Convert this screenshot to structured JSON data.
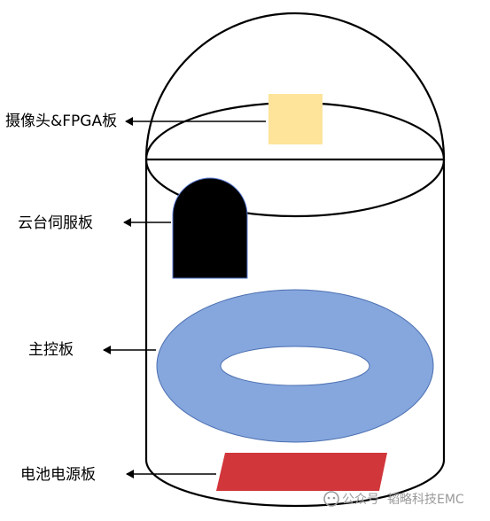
{
  "diagram": {
    "labels": {
      "camera_fpga": "摄像头&FPGA板",
      "gimbal_servo": "云台伺服板",
      "main_control": "主控板",
      "battery_power": "电池电源板"
    },
    "colors": {
      "outline": "#000000",
      "camera_board": "#fde49a",
      "gimbal_board": "#000000",
      "gimbal_board_edge": "#5b7bd5",
      "main_board": "#85a7de",
      "main_board_edge": "#4c6fb0",
      "battery_board": "#d1363b"
    }
  },
  "watermark": {
    "prefix": "公众号",
    "account": "韬略科技EMC"
  }
}
